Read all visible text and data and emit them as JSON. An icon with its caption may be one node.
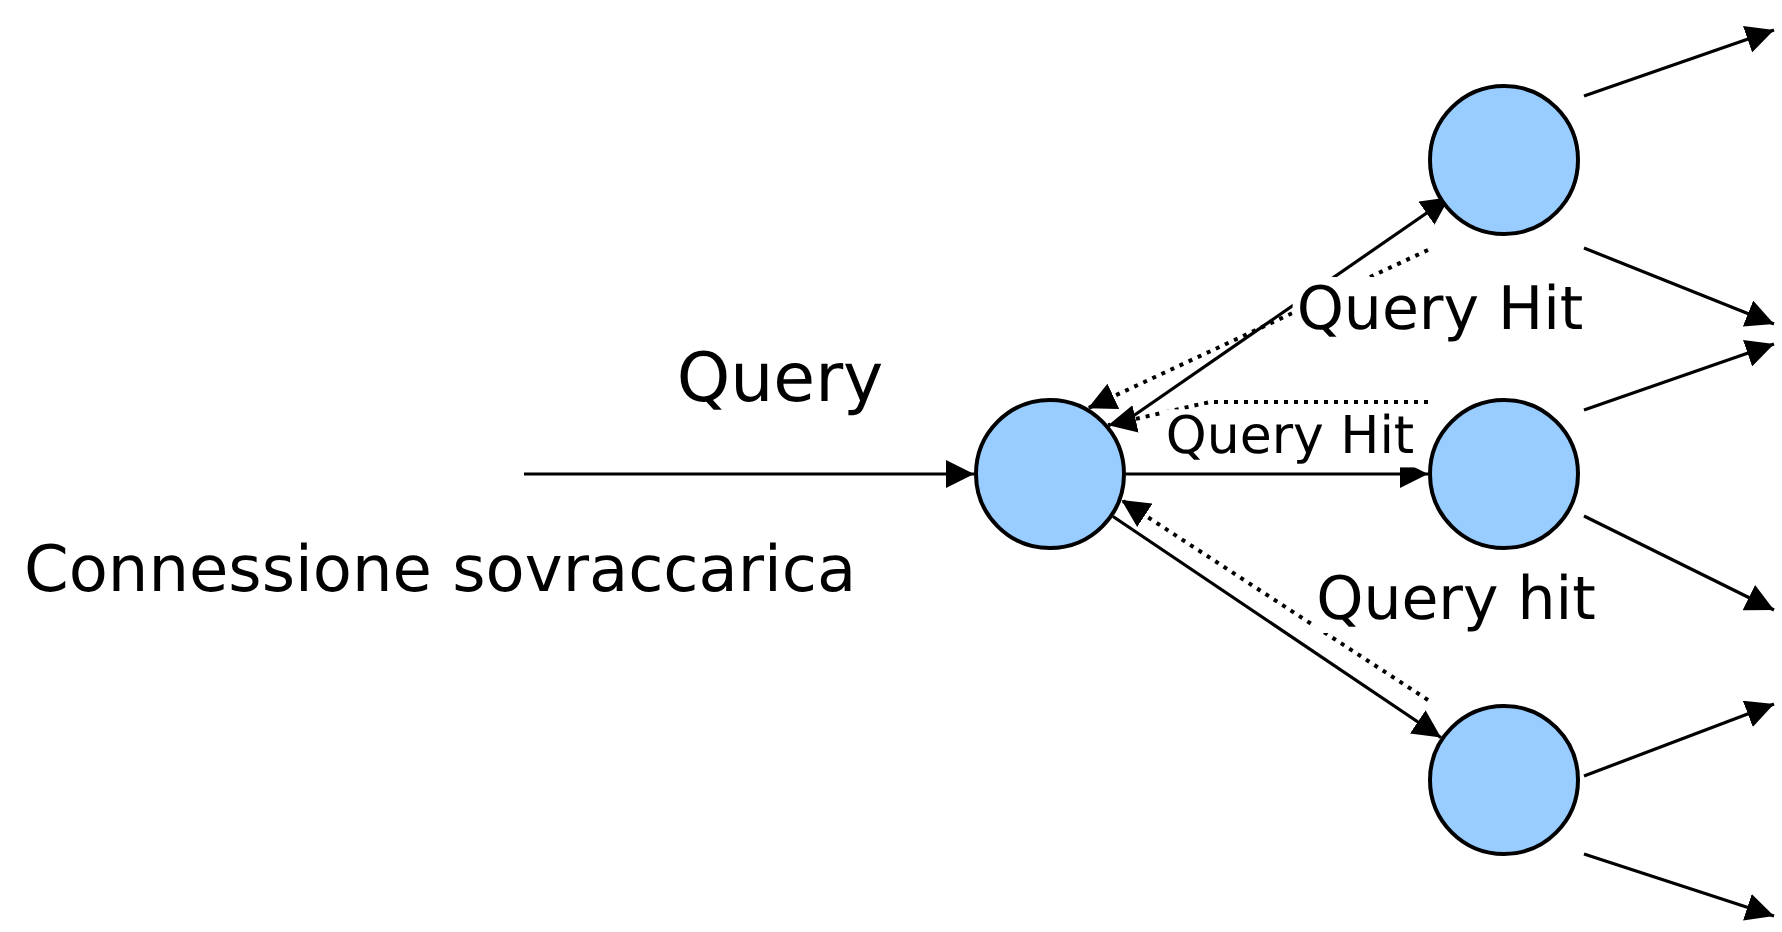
{
  "diagram": {
    "nodes": [
      {
        "text": [],
        "shape": "circle"
      },
      {
        "text": [],
        "shape": "circle"
      },
      {
        "text": [],
        "shape": "circle"
      },
      {
        "text": [],
        "shape": "circle"
      }
    ],
    "edges": [
      {
        "from": null,
        "to": 0,
        "arrow": "to",
        "label": "Query"
      },
      {
        "from": 0,
        "to": 1,
        "arrow": "to"
      },
      {
        "from": 0,
        "to": 2,
        "arrow": "to"
      },
      {
        "from": 0,
        "to": 3,
        "arrow": "to"
      },
      {
        "from": 1,
        "to": 0,
        "arrow": "to",
        "style": "dashed",
        "label": "Query Hit"
      },
      {
        "from": 2,
        "to": 0,
        "arrow": "to",
        "style": "dashed",
        "label": "Query Hit"
      },
      {
        "from": 3,
        "to": 0,
        "arrow": "to",
        "style": "dashed",
        "label": "Query hit"
      },
      {
        "from": 1,
        "to": null,
        "arrow": "to"
      },
      {
        "from": 1,
        "to": null,
        "arrow": "to"
      },
      {
        "from": 2,
        "to": null,
        "arrow": "to"
      },
      {
        "from": 2,
        "to": null,
        "arrow": "to"
      },
      {
        "from": 3,
        "to": null,
        "arrow": "to"
      },
      {
        "from": 3,
        "to": null,
        "arrow": "to"
      }
    ],
    "labels": [
      "Connessione sovraccarica"
    ]
  }
}
